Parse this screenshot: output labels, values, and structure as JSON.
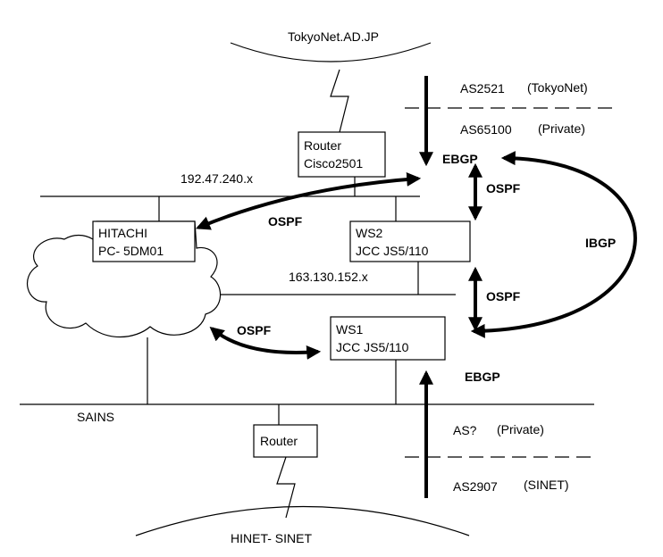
{
  "networks": {
    "top": "TokyoNet.AD.JP",
    "bottom": "HINET- SINET",
    "segment_upper": "192.47.240.x",
    "segment_middle": "163.130.152.x",
    "segment_lower": "SAINS"
  },
  "nodes": {
    "router_top": {
      "line1": "Router",
      "line2": "Cisco2501"
    },
    "hitachi": {
      "line1": "HITACHI",
      "line2": "PC- 5DM01"
    },
    "ws2": {
      "line1": "WS2",
      "line2": "JCC JS5/110"
    },
    "ws1": {
      "line1": "WS1",
      "line2": "JCC JS5/110"
    },
    "router_bottom": {
      "line1": "Router"
    }
  },
  "as_labels": {
    "as2521": {
      "id": "AS2521",
      "name": "(TokyoNet)"
    },
    "as65100": {
      "id": "AS65100",
      "name": "(Private)"
    },
    "as_unknown": {
      "id": "AS?",
      "name": "(Private)"
    },
    "as2907": {
      "id": "AS2907",
      "name": "(SINET)"
    }
  },
  "protocols": {
    "ebgp_top": "EBGP",
    "ebgp_bottom": "EBGP",
    "ospf_upper_right": "OSPF",
    "ospf_lower_right": "OSPF",
    "ospf_ws2_hitachi": "OSPF",
    "ospf_ws1_cloud": "OSPF",
    "ibgp": "IBGP"
  }
}
